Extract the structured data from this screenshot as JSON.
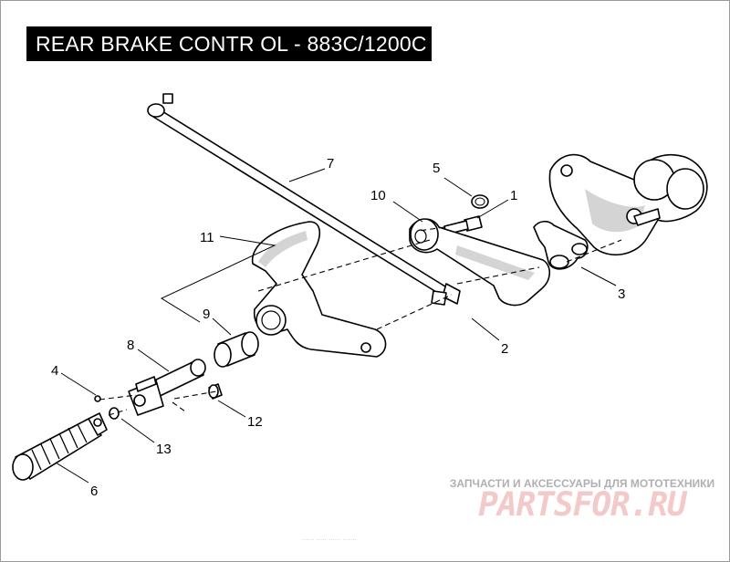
{
  "title": "REAR BRAKE CONTR OL - 883C/1200C",
  "callouts": {
    "c1": "1",
    "c2": "2",
    "c3": "3",
    "c4": "4",
    "c5": "5",
    "c6": "6",
    "c7": "7",
    "c8": "8",
    "c9": "9",
    "c10": "10",
    "c11": "11",
    "c12": "12",
    "c13": "13"
  },
  "watermark": {
    "subtitle": "ЗАПЧАСТИ И АКСЕССУАРЫ ДЛЯ МОТОТЕХНИКИ",
    "logo": "PARTSFOR.RU"
  },
  "footnote": "...... ..... ...... .......",
  "colors": {
    "ink": "#000000",
    "title_bg": "#000000",
    "title_text": "#ffffff",
    "watermark_logo": "#f3c9c9",
    "watermark_text": "#b0b0b0"
  }
}
